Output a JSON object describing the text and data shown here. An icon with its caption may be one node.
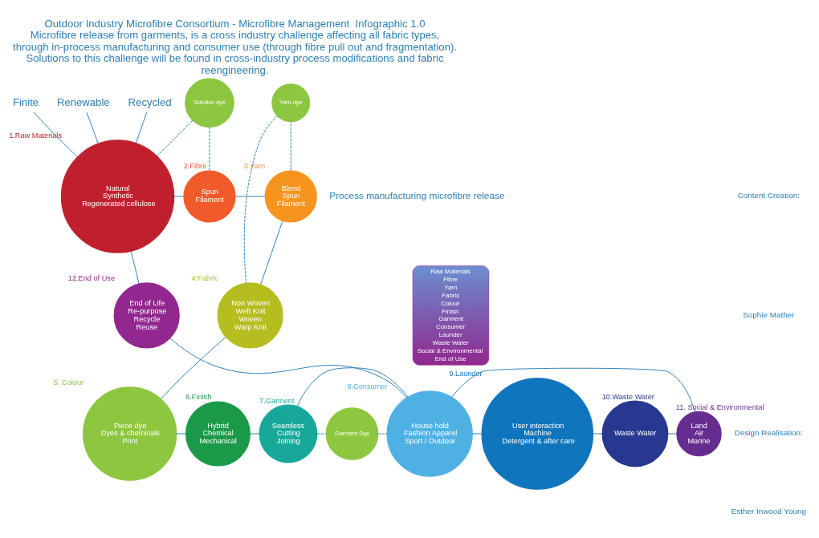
{
  "diagram": {
    "title": "Outdoor Industry Microfibre Consortium - Microfibre Management  Infographic 1.0",
    "caption": "Microfibre release from garments, is a cross industry challenge affecting all fabric types, through in-process manufacturing and consumer use (through fibre pull out and fragmentation). Solutions to this challenge will be found in cross-industry process modifications and fabric reengineering.",
    "nodes": [
      {
        "text": [
          "Finite"
        ]
      },
      {
        "text": [
          "Renewable"
        ]
      },
      {
        "text": [
          "Recycled"
        ]
      },
      {
        "text": [
          "Natural",
          "Synthetic",
          "Regenerated cellulose"
        ],
        "beside": [
          "1.Raw Materials"
        ]
      },
      {
        "text": [
          "Solution dye"
        ]
      },
      {
        "text": [
          "Spun",
          "Filament"
        ],
        "beside": [
          "2.Fibre"
        ]
      },
      {
        "text": [
          "Blend",
          "Spun",
          "Filament"
        ],
        "beside": [
          "3.Yarn"
        ]
      },
      {
        "text": [
          "Yarn dye"
        ]
      },
      {
        "text": [
          "Non Woven",
          "Weft Knit",
          "Woven",
          "Warp Knit"
        ],
        "beside": [
          "4.Fabric"
        ]
      },
      {
        "text": [
          "Piece dye",
          "Dyes & chemicals",
          "Print"
        ],
        "beside": [
          "5. Colour"
        ]
      },
      {
        "text": [
          "Hybrid",
          "Chemical",
          "Mechanical"
        ],
        "beside": [
          "6.Finish"
        ]
      },
      {
        "text": [
          "Seamless",
          "Cutting",
          "Joining"
        ],
        "beside": [
          "7.Garment"
        ]
      },
      {
        "text": [
          "Garment Dye"
        ]
      },
      {
        "text": [
          "House hold",
          "Fashion Apparel",
          "Sport / Outdoor"
        ],
        "beside": [
          "8.Consumer"
        ]
      },
      {
        "text": [
          "User interaction",
          "Machine",
          "Detergent & after care"
        ],
        "beside": [
          "9.Launder"
        ]
      },
      {
        "text": [
          "Waste Water"
        ],
        "beside": [
          "10.Waste Water"
        ]
      },
      {
        "text": [
          "Land",
          "Air",
          "Marine"
        ],
        "beside": [
          "11. Social & Environmental"
        ]
      },
      {
        "text": [
          "End of Life",
          "Re-purpose",
          "Recycle",
          "Reuse"
        ],
        "beside": [
          "12.End of Use"
        ]
      },
      {
        "text": [
          "Raw Materials",
          "Fibre",
          "Yarn",
          "Fabric",
          "Colour",
          "Finish",
          "Garment",
          "Consumer",
          "Launder",
          "Waste Water",
          "Social & Environmental",
          "End of Use"
        ]
      }
    ],
    "edges": [
      {
        "from": 0,
        "to": 3,
        "arrow": "none"
      },
      {
        "from": 1,
        "to": 3,
        "arrow": "none"
      },
      {
        "from": 2,
        "to": 3,
        "arrow": "none"
      },
      {
        "from": 3,
        "to": 4,
        "arrow": "none",
        "style": "dashed"
      },
      {
        "from": 4,
        "to": 5,
        "arrow": "none",
        "style": "dashed"
      },
      {
        "from": 3,
        "to": 5,
        "arrow": "none"
      },
      {
        "from": 5,
        "to": 6,
        "arrow": "none"
      },
      {
        "from": 6,
        "to": 7,
        "arrow": "none",
        "style": "dashed"
      },
      {
        "from": 7,
        "to": 8,
        "arrow": "none",
        "style": "dashed"
      },
      {
        "from": 6,
        "to": 8,
        "arrow": "none"
      },
      {
        "from": 8,
        "to": 9,
        "arrow": "none"
      },
      {
        "from": 9,
        "to": 10,
        "arrow": "none"
      },
      {
        "from": 10,
        "to": 11,
        "arrow": "none"
      },
      {
        "from": 11,
        "to": 12,
        "arrow": "none",
        "style": "dashed"
      },
      {
        "from": 12,
        "to": 13,
        "arrow": "none",
        "style": "dashed"
      },
      {
        "from": 11,
        "to": 13,
        "arrow": "none"
      },
      {
        "from": 13,
        "to": 14,
        "arrow": "none"
      },
      {
        "from": 14,
        "to": 15,
        "arrow": "none"
      },
      {
        "from": 15,
        "to": 16,
        "arrow": "none"
      },
      {
        "from": 16,
        "to": 13,
        "arrow": "none"
      },
      {
        "from": 13,
        "to": 17,
        "arrow": "none"
      },
      {
        "from": 17,
        "to": 3,
        "arrow": "none"
      }
    ],
    "labels": [
      "Process manufacturing microfibre release",
      "Content Creation:",
      "Sophie Mather",
      "Design Realisation:",
      "Esther Inwood Young"
    ]
  }
}
